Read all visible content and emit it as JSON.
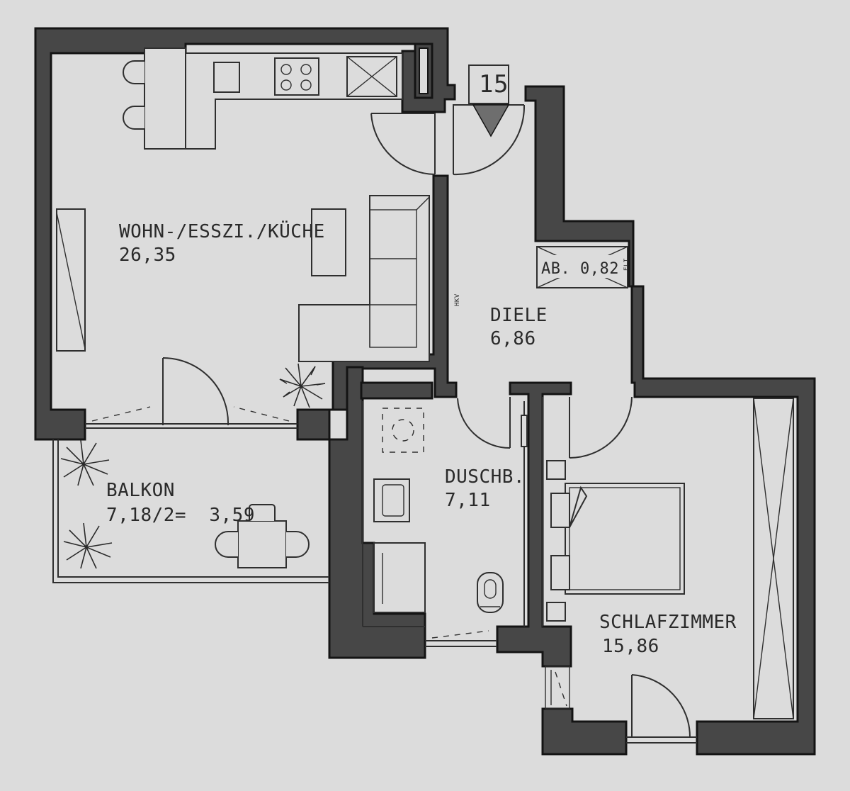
{
  "apartment": {
    "unit_number": "15"
  },
  "rooms": {
    "wohn": {
      "name": "WOHN-/ESSZI./KÜCHE",
      "area": "26,35"
    },
    "diele": {
      "name": "DIELE",
      "area": "6,86"
    },
    "dusch": {
      "name": "DUSCHB.",
      "area": "7,11"
    },
    "schlaf": {
      "name": "SCHLAFZIMMER",
      "area": "15,86"
    },
    "balkon": {
      "name": "BALKON",
      "area": "7,18/2=  3,59"
    },
    "ab": {
      "label": "AB.  0,82"
    }
  },
  "annotations": {
    "hkv": "HKV",
    "elt": "ELT"
  },
  "colors": {
    "wall": "#474747",
    "background": "#dcdcdc",
    "line": "#2f2f2f"
  }
}
